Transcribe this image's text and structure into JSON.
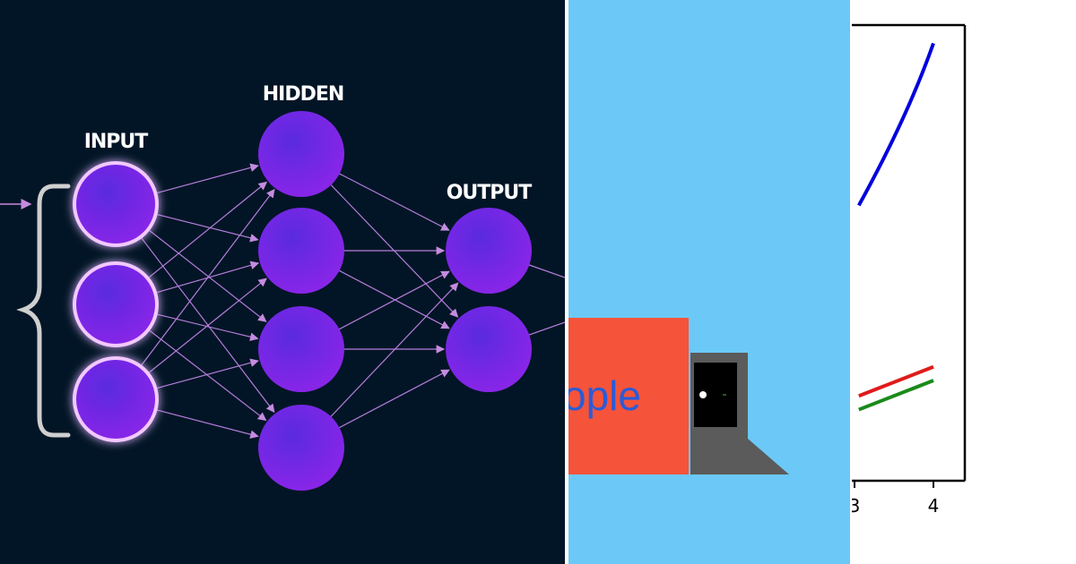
{
  "neural_network": {
    "background": "#021526",
    "node_color": "#6a1fe0",
    "edge_color": "#b57edc",
    "layers": [
      {
        "label": "INPUT",
        "nodes": 3
      },
      {
        "label": "HIDDEN",
        "nodes": 4
      },
      {
        "label": "OUTPUT",
        "nodes": 2
      }
    ]
  },
  "cartoon": {
    "background": "#6cc9f7",
    "sign_color": "#f5533a",
    "sign_text": "ople",
    "sign_text_color": "#2a5bd7",
    "laptop_color": "#5b5b5b"
  },
  "chart_data": {
    "type": "line",
    "x_tick_labels": [
      "3",
      "4"
    ],
    "series": [
      {
        "color": "#0000dd",
        "x": [
          3.1,
          4.0
        ],
        "y": [
          0.62,
          0.96
        ]
      },
      {
        "color": "#e01b1b",
        "x": [
          3.1,
          4.0
        ],
        "y": [
          0.19,
          0.25
        ]
      },
      {
        "color": "#1a8a1a",
        "x": [
          3.1,
          4.0
        ],
        "y": [
          0.16,
          0.22
        ]
      }
    ],
    "ylim": [
      0,
      1
    ],
    "grid": false
  }
}
